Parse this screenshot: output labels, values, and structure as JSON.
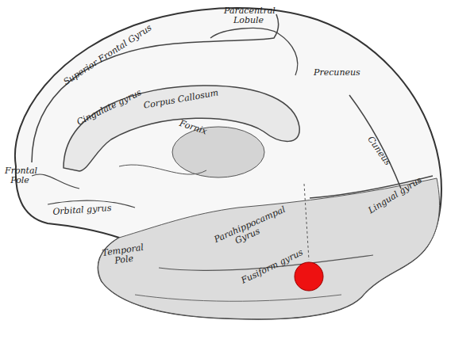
{
  "diagram": {
    "labels": [
      "Superior Frontal Gyrus",
      "Paracentral Lobule",
      "Precuneus",
      "Cingulate gyrus",
      "Corpus Callosum",
      "Fornix",
      "Frontal Pole",
      "Orbital gyrus",
      "Cuneus",
      "Lingual gyrus",
      "Temporal Pole",
      "Parahippocampal Gyrus",
      "Fusiform gyrus"
    ]
  }
}
